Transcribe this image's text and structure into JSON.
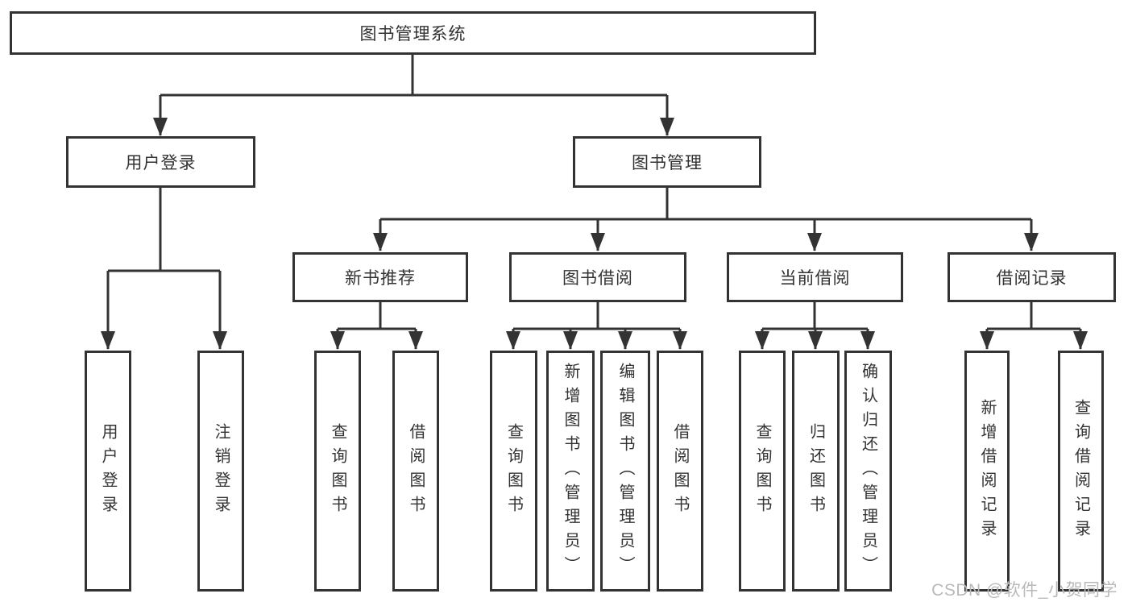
{
  "tree": {
    "root": "图书管理系统",
    "children": [
      {
        "label": "用户登录",
        "children": [
          "用户登录",
          "注销登录"
        ]
      },
      {
        "label": "图书管理",
        "children": [
          {
            "label": "新书推荐",
            "children": [
              "查询图书",
              "借阅图书"
            ]
          },
          {
            "label": "图书借阅",
            "children": [
              "查询图书",
              "新增图书（管理员）",
              "编辑图书（管理员）",
              "借阅图书"
            ]
          },
          {
            "label": "当前借阅",
            "children": [
              "查询图书",
              "归还图书",
              "确认归还（管理员）"
            ]
          },
          {
            "label": "借阅记录",
            "children": [
              "新增借阅记录",
              "查询借阅记录"
            ]
          }
        ]
      }
    ]
  },
  "watermark": {
    "text": "CSDN @软件_小贺同学"
  },
  "colors": {
    "line": "#333333",
    "text": "#333333",
    "background": "#ffffff",
    "watermark": "#b9b9b9"
  }
}
